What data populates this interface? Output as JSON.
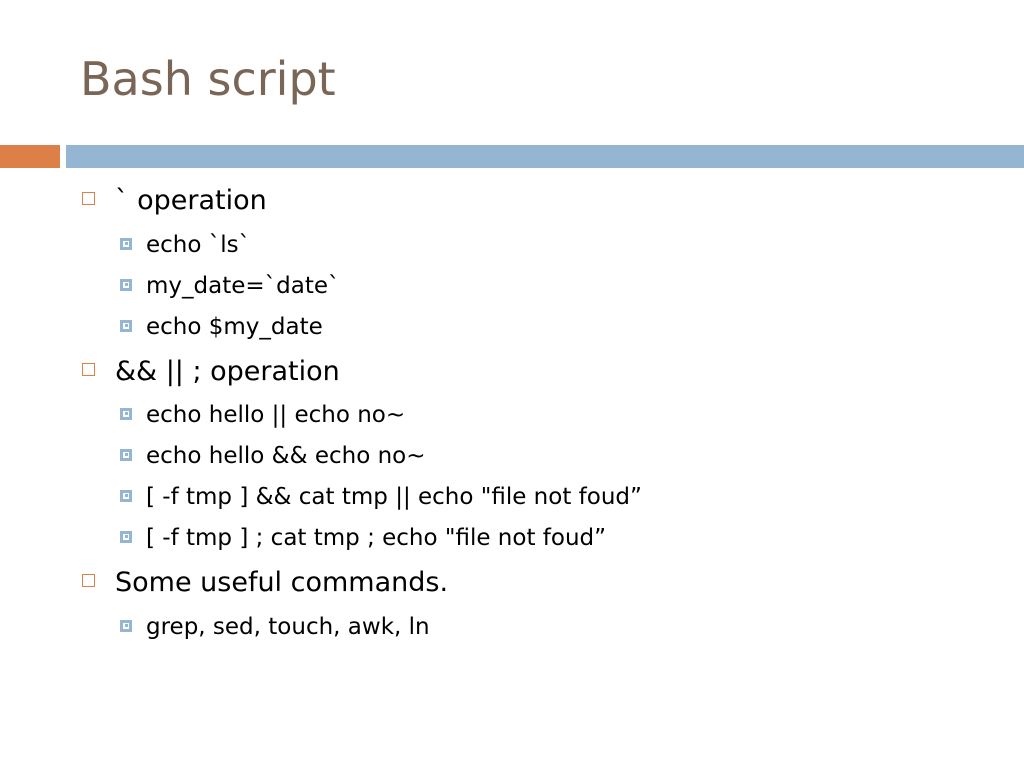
{
  "slide": {
    "title": "Bash script",
    "colors": {
      "title": "#7a6656",
      "accent_bar": "#dd8047",
      "main_bar": "#94b6d2",
      "bullet_level1": "#dd8047",
      "bullet_level2": "#94b6d2"
    },
    "bullets": [
      {
        "text": "` operation",
        "sub": [
          "echo `ls`",
          "my_date=`date`",
          "echo $my_date"
        ]
      },
      {
        "text": "&& || ; operation",
        "sub": [
          "echo hello || echo no~",
          "echo hello && echo no~",
          "[ -f tmp ] && cat tmp || echo \"file not foud”",
          "[ -f tmp ] ; cat tmp ; echo \"file not foud”"
        ]
      },
      {
        "text": "Some useful commands.",
        "sub": [
          "grep, sed, touch, awk, ln"
        ]
      }
    ]
  }
}
